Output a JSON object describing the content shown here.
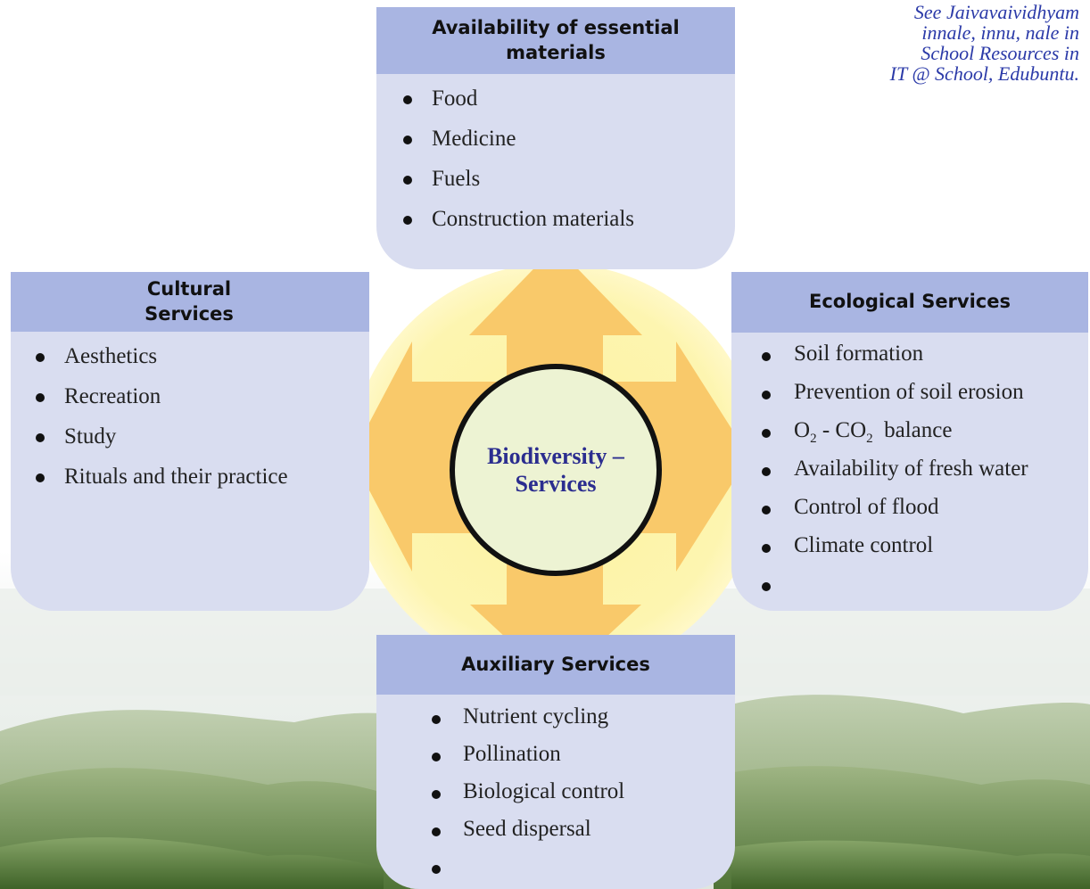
{
  "note": {
    "lines": [
      "See Jaivavaividhyam",
      "innale, innu, nale in",
      "School Resources in",
      "IT @ School, Edubuntu."
    ]
  },
  "center": {
    "line1": "Biodiversity –",
    "line2": "Services"
  },
  "boxes": {
    "essential": {
      "title_line1": "Availability of essential",
      "title_line2": "materials",
      "items": [
        "Food",
        "Medicine",
        "Fuels",
        "Construction materials"
      ]
    },
    "cultural": {
      "title_line1": "Cultural",
      "title_line2": "Services",
      "items": [
        "Aesthetics",
        "Recreation",
        "Study",
        "Rituals and their practice"
      ]
    },
    "ecological": {
      "title": "Ecological Services",
      "items": [
        "Soil formation",
        "Prevention of soil erosion",
        "O",
        "2",
        " - CO",
        "2",
        " balance",
        "Availability of fresh water",
        "Control of flood",
        "Climate control",
        ""
      ],
      "list": [
        "Soil formation",
        "Prevention of soil erosion",
        "Availability of fresh water",
        "Control of flood",
        "Climate control",
        ""
      ],
      "balance": {
        "o": "O",
        "sub1": "2",
        "mid": " - CO",
        "sub2": "2",
        "tail": "  balance"
      }
    },
    "auxiliary": {
      "title": "Auxiliary Services",
      "items": [
        "Nutrient cycling",
        "Pollination",
        "Biological control",
        "Seed dispersal",
        ""
      ]
    }
  },
  "colors": {
    "box_fill": "#d9ddf0",
    "box_header": "#a9b5e2",
    "arrow": "#f9c96a",
    "glow": "#fdf5a8",
    "center_fill": "#edf3d3",
    "center_text": "#2b2d8f",
    "note_text": "#2b3aa8"
  }
}
